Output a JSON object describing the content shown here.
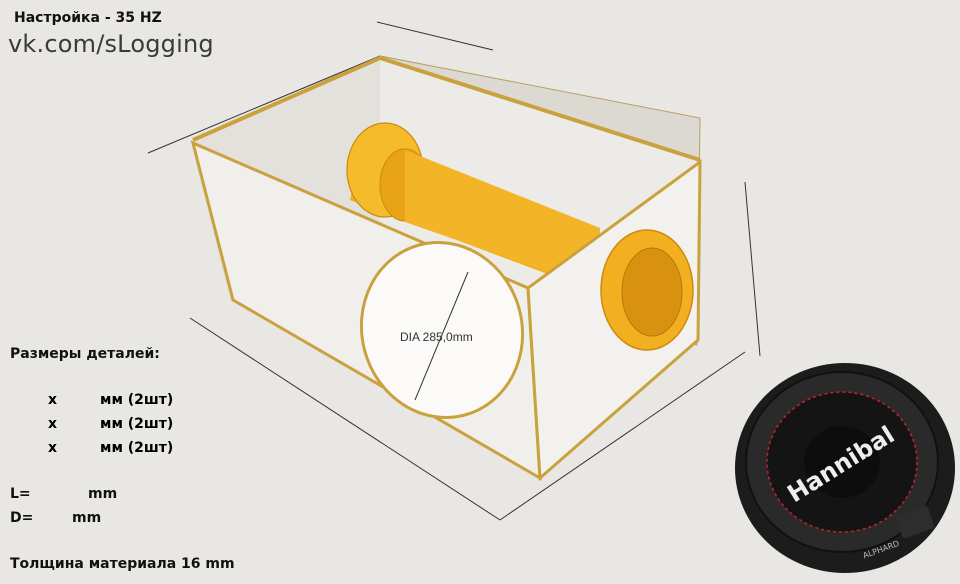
{
  "header": {
    "title": "Настройка - 35 HZ",
    "watermark": "vk.com/sLogging"
  },
  "diagram": {
    "hole_label": "DIA 285,0mm"
  },
  "parts": {
    "heading": "Размеры деталей:",
    "rows": [
      {
        "x": "x",
        "unit": "мм (2шт)"
      },
      {
        "x": "x",
        "unit": "мм (2шт)"
      },
      {
        "x": "x",
        "unit": "мм (2шт)"
      }
    ],
    "l_label": "L=",
    "l_unit": "mm",
    "d_label": "D=",
    "d_unit": "mm",
    "thickness": "Толщина материала 16 mm"
  },
  "speaker": {
    "brand": "Hannibal",
    "model_text": "ALPHARD"
  },
  "colors": {
    "background": "#e9e7e4",
    "panel": "#f3f1ee",
    "edge": "#c9a23e",
    "port": "#f2b020",
    "port_dark": "#c98a10",
    "speaker_body": "#1a1a1a",
    "speaker_accent": "#c8202a"
  }
}
